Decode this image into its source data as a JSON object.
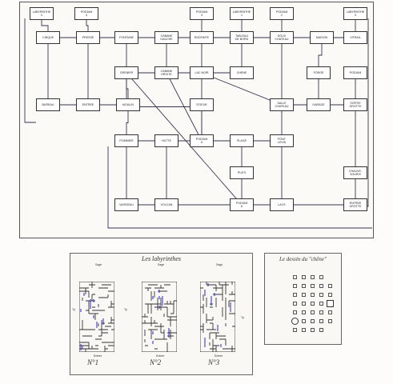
{
  "map": {
    "nodes": [
      {
        "id": "lab2",
        "label": "LABYRINTHE\n2"
      },
      {
        "id": "podium4",
        "label": "PODIUM\n4"
      },
      {
        "id": "cirque",
        "label": "CIRQUE"
      },
      {
        "id": "pressoir",
        "label": "PRESSE"
      },
      {
        "id": "fontaine",
        "label": "FONTAINE"
      },
      {
        "id": "cabanegauche",
        "label": "CABANE\nGAUCHE"
      },
      {
        "id": "podium3",
        "label": "PODIUM\n3"
      },
      {
        "id": "lab1",
        "label": "LABYRINTHE\n1"
      },
      {
        "id": "podium2",
        "label": "PODIUM\n2"
      },
      {
        "id": "lab3",
        "label": "LABYRINTHE\n3"
      },
      {
        "id": "enceinte",
        "label": "ENCEINTE"
      },
      {
        "id": "tableau",
        "label": "TABLEAU\nDE BORD"
      },
      {
        "id": "douxchateau",
        "label": "DOUX\nCHATEAU"
      },
      {
        "id": "maison",
        "label": "MAISON"
      },
      {
        "id": "vitrail",
        "label": "VITRAIL"
      },
      {
        "id": "grenier",
        "label": "GRENIER"
      },
      {
        "id": "cabanedroite",
        "label": "CABANE\nDROITE"
      },
      {
        "id": "lacnoir",
        "label": "LAC NOIR"
      },
      {
        "id": "chene",
        "label": "CHENE"
      },
      {
        "id": "forge",
        "label": "FORGE"
      },
      {
        "id": "podium1",
        "label": "PODIUM"
      },
      {
        "id": "bureau",
        "label": "BUREAU"
      },
      {
        "id": "entree",
        "label": "ENTREE"
      },
      {
        "id": "moulin",
        "label": "MOULIN"
      },
      {
        "id": "statue",
        "label": "STATUE"
      },
      {
        "id": "sallechateau",
        "label": "SALLE\nCHATEAU"
      },
      {
        "id": "garage",
        "label": "GARAGE"
      },
      {
        "id": "sortiegrotte",
        "label": "SORTIE\nGROTTE"
      },
      {
        "id": "pommier",
        "label": "POMMIER"
      },
      {
        "id": "hutte",
        "label": "HUTTE"
      },
      {
        "id": "podium5",
        "label": "PODIUM\n5"
      },
      {
        "id": "plage",
        "label": "PLAGE"
      },
      {
        "id": "pontlevis",
        "label": "PONT\nLEVIS"
      },
      {
        "id": "chauvesouris",
        "label": "CHAUVE-\nSOURIS"
      },
      {
        "id": "puits",
        "label": "PUITS"
      },
      {
        "id": "vaisseau",
        "label": "VAISSEAU"
      },
      {
        "id": "volcan",
        "label": "VOLCAN"
      },
      {
        "id": "podium6",
        "label": "PODIUM\n6"
      },
      {
        "id": "lacs",
        "label": "LACS"
      },
      {
        "id": "entreegrotte",
        "label": "ENTREE\nGROTTE"
      }
    ]
  },
  "labyrinths": {
    "title": "Les labyrinthes",
    "sage": "Sage",
    "entree": "Entrée",
    "tp": "Tp",
    "numbers": [
      "N°1",
      "N°2",
      "N°3"
    ]
  },
  "chene": {
    "title": "Le dessin du \"chêne\""
  }
}
